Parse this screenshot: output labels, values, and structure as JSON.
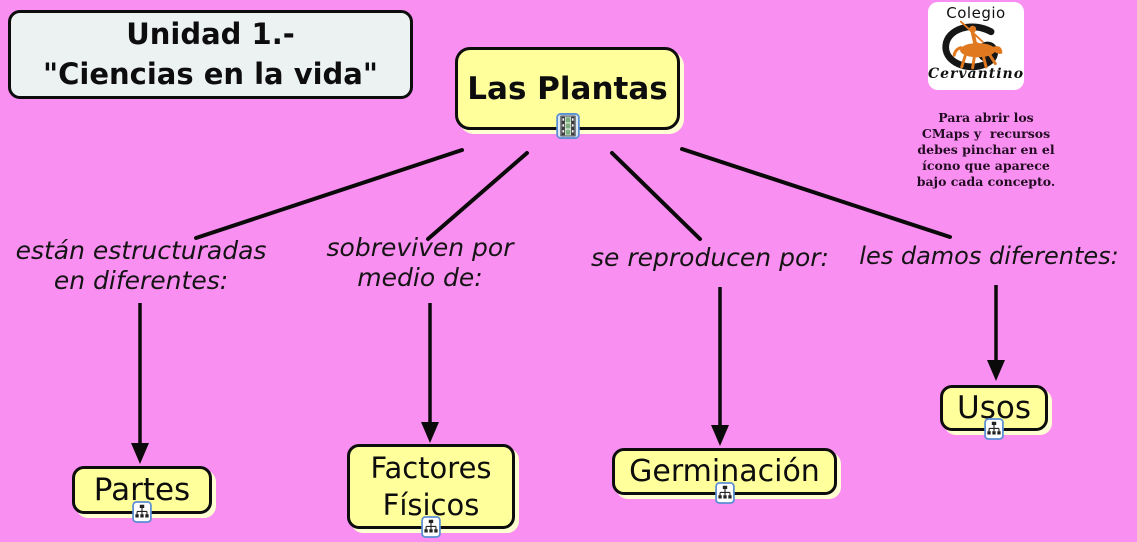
{
  "colors": {
    "background": "#FA8FF2",
    "concept_fill": "#FFFF9C",
    "concept_shadow": "#FFFFD2",
    "title_fill": "#ECF2F2",
    "border": "#0d0d0d",
    "icon_border": "#5B8FD4",
    "logo_orange": "#E07820"
  },
  "unit_title": {
    "text": "Unidad 1.-\n\"Ciencias en la vida\""
  },
  "root_concept": {
    "label": "Las Plantas",
    "icon": "filmstrip-icon"
  },
  "linking_phrases": {
    "structure": "están estructuradas\nen diferentes:",
    "survival": "sobreviven por\nmedio de:",
    "reproduction": "se reproducen por:",
    "uses": "les damos diferentes:"
  },
  "concepts": {
    "partes": {
      "label": "Partes",
      "icon": "cmap-node-icon"
    },
    "factores": {
      "label": "Factores\nFísicos",
      "icon": "cmap-node-icon"
    },
    "germinacion": {
      "label": "Germinación",
      "icon": "cmap-node-icon"
    },
    "usos": {
      "label": "Usos",
      "icon": "cmap-node-icon"
    }
  },
  "logo": {
    "line1": "Colegio",
    "line2": "Cervantino"
  },
  "note": {
    "text": "Para abrir los\nCMaps y  recursos\ndebes pinchar en el\nícono que aparece\nbajo cada concepto."
  }
}
